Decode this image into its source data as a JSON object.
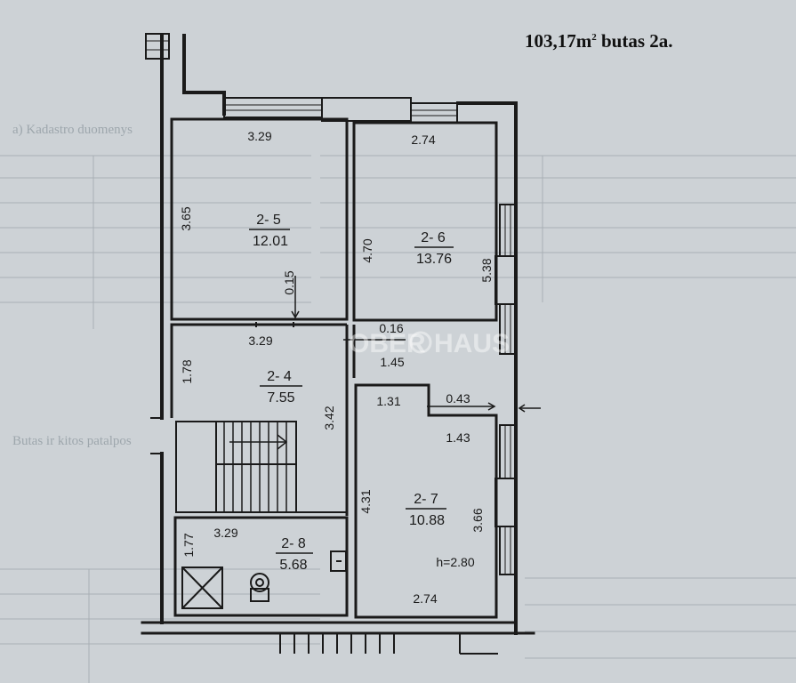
{
  "headline": {
    "area": "103,17m",
    "sup": "2",
    "label": " butas 2a."
  },
  "watermark": {
    "left": "OBER",
    "right": "HAUS"
  },
  "background": {
    "section_title": "a) Kadastro duomenys",
    "apt_title": "Butas ir kitos patalpos",
    "height_note": "h=2.80"
  },
  "rooms": [
    {
      "id": "2- 5",
      "area": "12.01"
    },
    {
      "id": "2- 6",
      "area": "13.76"
    },
    {
      "id": "2- 4",
      "area": "7.55"
    },
    {
      "id": "2- 7",
      "area": "10.88"
    },
    {
      "id": "2- 8",
      "area": "5.68"
    }
  ],
  "dimensions": {
    "r5_width": "3.29",
    "r5_height": "3.65",
    "r5_gap": "0.15",
    "r6_width": "2.74",
    "r6_height": "4.70",
    "r6_side": "5.38",
    "corridor_gap": "0.16",
    "corridor_width": "1.45",
    "r4_width": "3.29",
    "r4_height": "1.78",
    "r4_depth": "3.42",
    "niche_a": "1.31",
    "niche_b": "0.43",
    "niche_c": "1.43",
    "r7_height": "4.31",
    "r7_side": "3.66",
    "r7_bottom": "2.74",
    "r8_width": "3.29",
    "r8_height": "1.77"
  },
  "colors": {
    "paper": "#cdd2d6",
    "ink": "#1a1a1a",
    "ghost": "#9ea7ad"
  }
}
